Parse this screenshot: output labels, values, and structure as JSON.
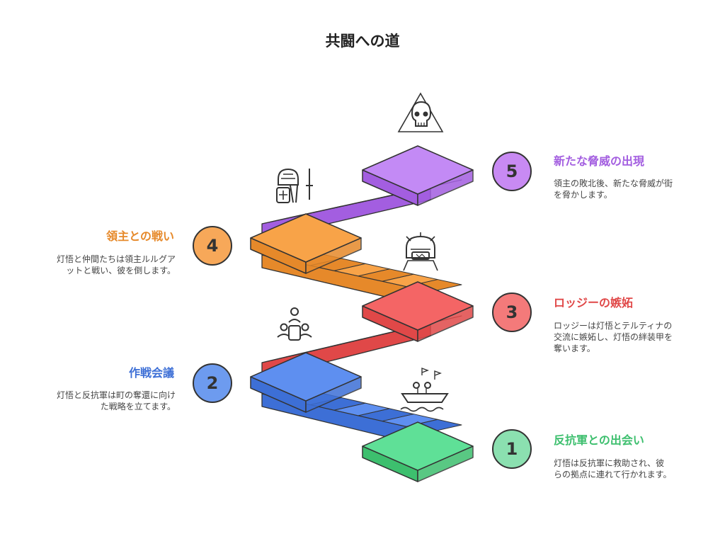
{
  "title": "共闘への道",
  "steps": [
    {
      "number": "1",
      "title": "反抗軍との出会い",
      "desc": "灯悟は反抗軍に救助され、彼らの拠点に連れて行かれます。",
      "color": "#3dbf6e",
      "light": "#5fe097",
      "badge": "#8be0b0"
    },
    {
      "number": "2",
      "title": "作戦会議",
      "desc": "灯悟と反抗軍は町の奪還に向けた戦略を立てます。",
      "color": "#3d6fd6",
      "light": "#5e8ff0",
      "badge": "#6d9bef"
    },
    {
      "number": "3",
      "title": "ロッジーの嫉妬",
      "desc": "ロッジーは灯悟とテルティナの交流に嫉妬し、灯悟の絆装甲を奪います。",
      "color": "#e04848",
      "light": "#f46565",
      "badge": "#f47a7a"
    },
    {
      "number": "4",
      "title": "領主との戦い",
      "desc": "灯悟と仲間たちは領主ルルグアットと戦い、彼を倒します。",
      "color": "#e6892a",
      "light": "#f8a348",
      "badge": "#f7a859"
    },
    {
      "number": "5",
      "title": "新たな脅威の出現",
      "desc": "領主の敗北後、新たな脅威が街を脅かします。",
      "color": "#a35ee0",
      "light": "#c38af5",
      "badge": "#c88af3"
    }
  ]
}
